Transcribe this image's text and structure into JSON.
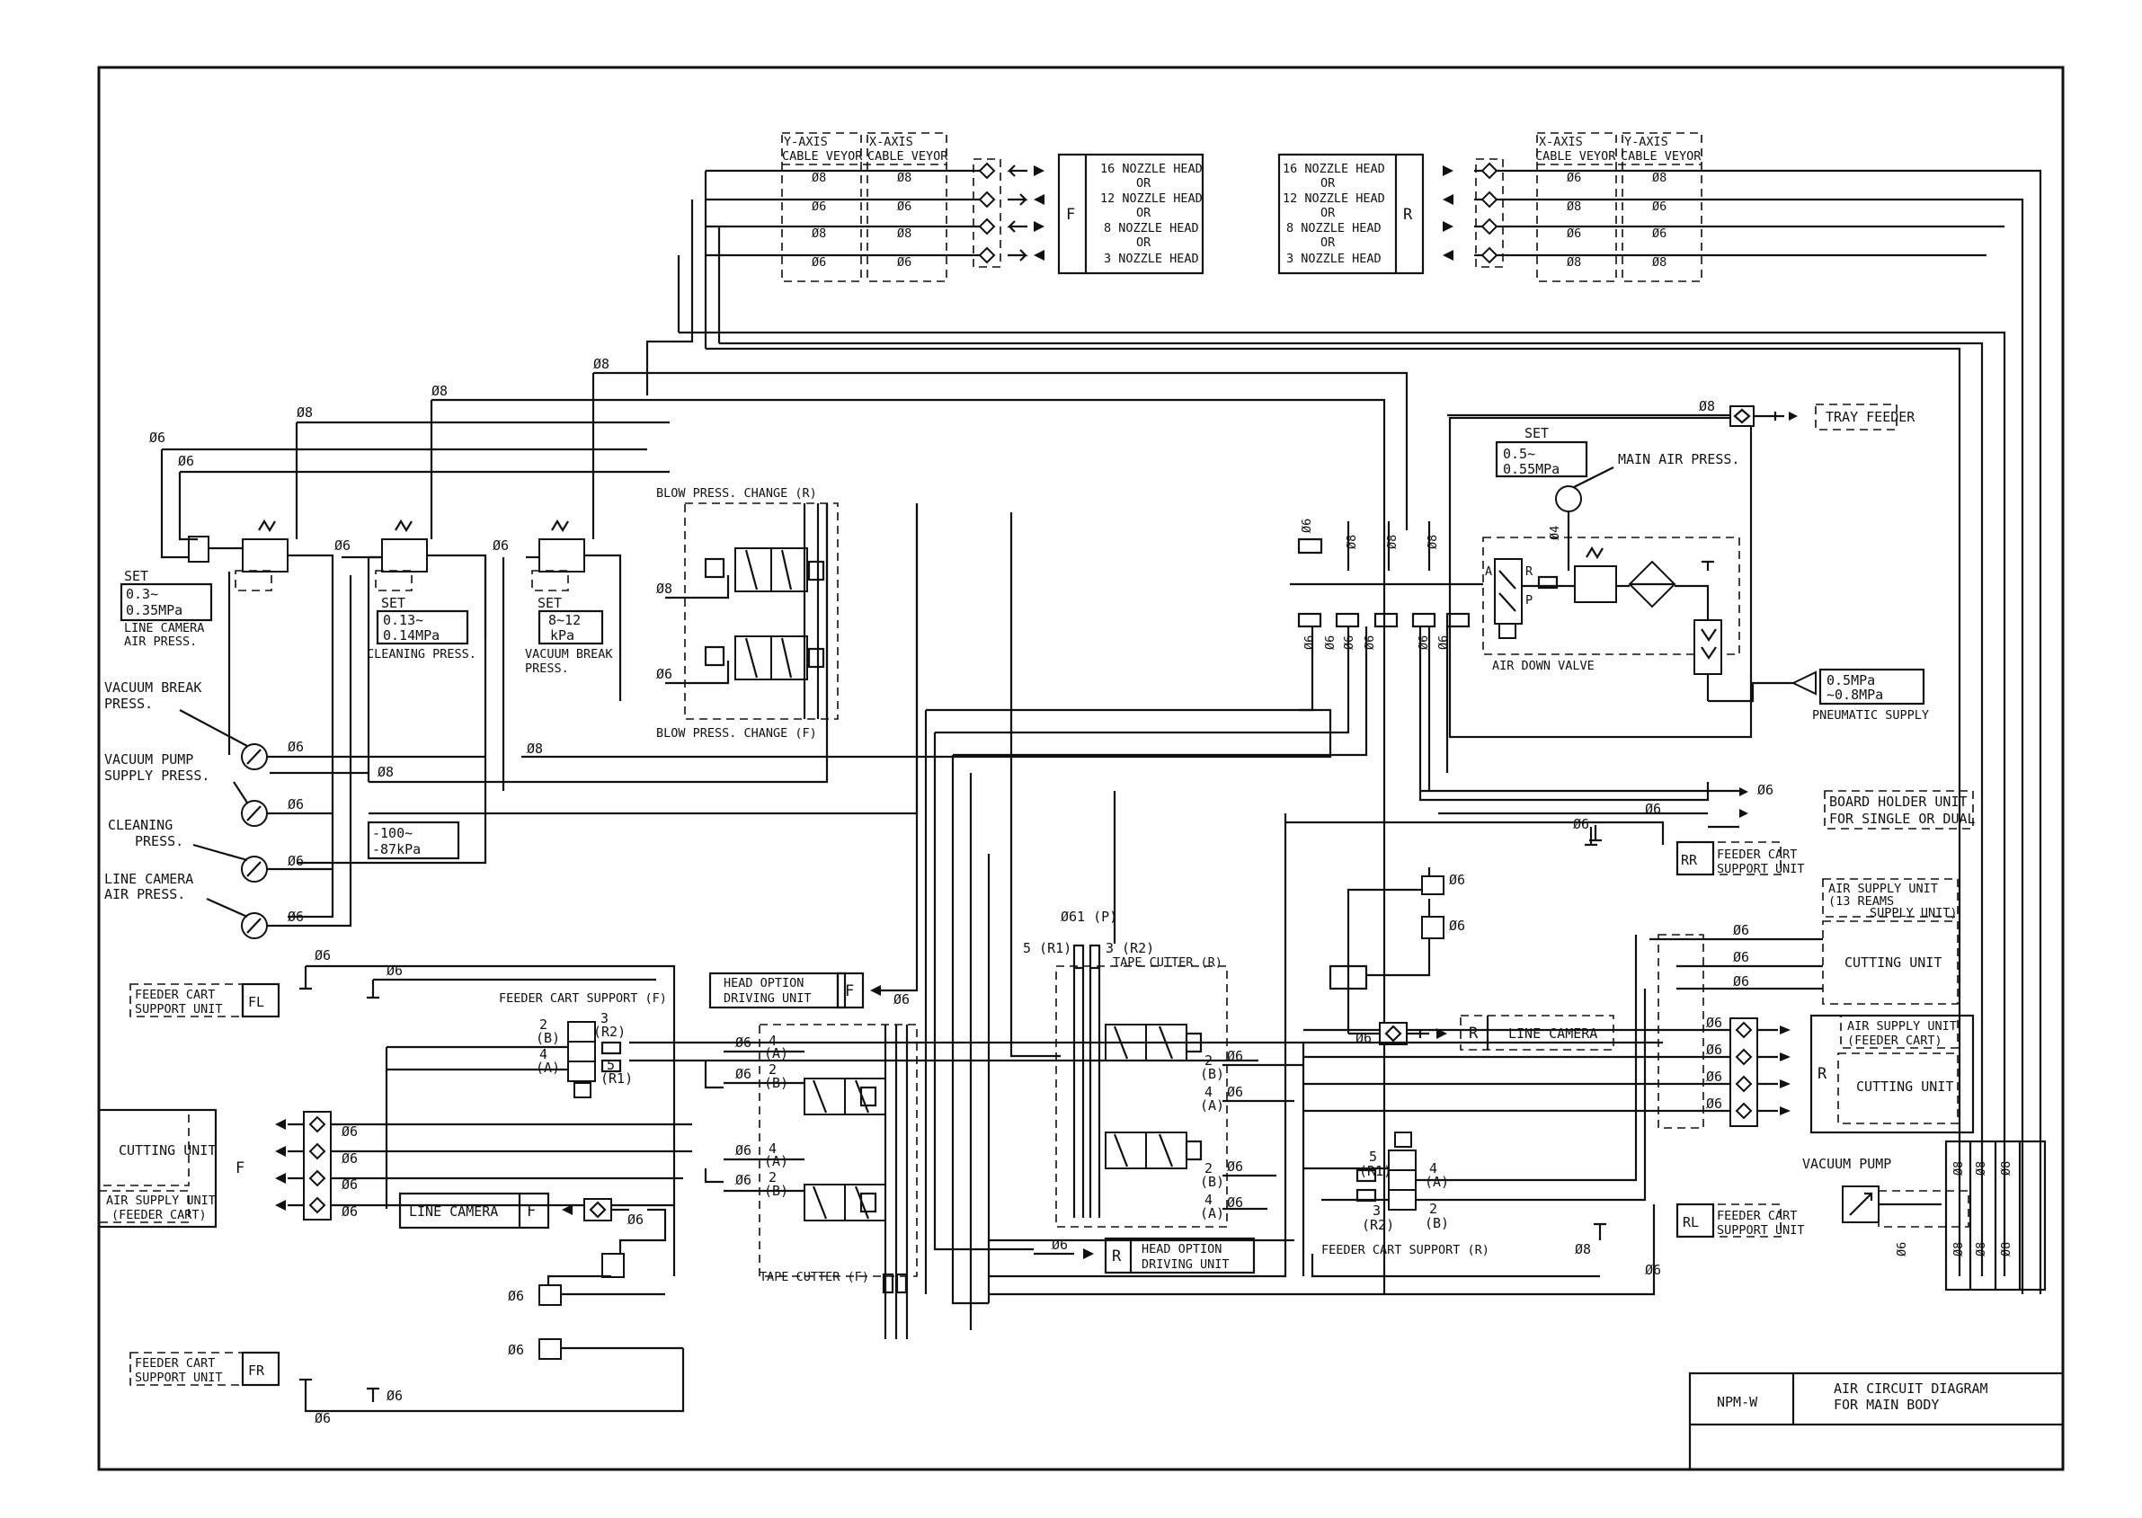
{
  "title_block": {
    "model": "NPM-W",
    "title_line1": "AIR CIRCUIT DIAGRAM",
    "title_line2": "FOR MAIN BODY"
  },
  "pipe_sizes": {
    "d8": "Ø8",
    "d6": "Ø6",
    "d4": "Ø4",
    "d6_1": "Ø61 (P)"
  },
  "cable_veyor": {
    "left": {
      "y_axis_1": "Y-AXIS",
      "y_axis_2": "CABLE VEYOR",
      "x_axis_1": "X-AXIS",
      "x_axis_2": "CABLE VEYOR"
    },
    "right": {
      "x_axis_1": "X-AXIS",
      "x_axis_2": "CABLE VEYOR",
      "y_axis_1": "Y-AXIS",
      "y_axis_2": "CABLE VEYOR"
    }
  },
  "nozzle_head": {
    "front_letter": "F",
    "rear_letter": "R",
    "lines": [
      "16 NOZZLE HEAD",
      "OR",
      "12 NOZZLE HEAD",
      "OR",
      "8 NOZZLE HEAD",
      "OR",
      "3 NOZZLE HEAD"
    ]
  },
  "regulators": {
    "line_camera": {
      "set": "SET",
      "value1": "0.3~",
      "value2": "0.35MPa",
      "label1": "LINE CAMERA",
      "label2": "AIR PRESS."
    },
    "cleaning": {
      "set": "SET",
      "value1": "0.13~",
      "value2": "0.14MPa",
      "label1": "CLEANING PRESS."
    },
    "vacuum_break": {
      "set": "SET",
      "value1": "8~12",
      "value2": "kPa",
      "label1": "VACUUM BREAK",
      "label2": "PRESS."
    },
    "main": {
      "set": "SET",
      "value1": "0.5~",
      "value2": "0.55MPa"
    }
  },
  "gauges": {
    "vacuum_break_1": "VACUUM BREAK",
    "vacuum_break_2": "PRESS.",
    "vacuum_pump_1": "VACUUM PUMP",
    "vacuum_pump_2": "SUPPLY PRESS.",
    "cleaning_1": "CLEANING",
    "cleaning_2": "PRESS.",
    "line_camera_1": "LINE CAMERA",
    "line_camera_2": "AIR PRESS.",
    "vacuum_range_1": "-100~",
    "vacuum_range_2": "-87kPa"
  },
  "blow_press": {
    "rear": "BLOW PRESS. CHANGE (R)",
    "front": "BLOW PRESS. CHANGE (F)"
  },
  "main_air": {
    "label": "MAIN AIR PRESS.",
    "air_down_valve": "AIR DOWN VALVE",
    "port_a": "A",
    "port_r": "R",
    "port_p": "P",
    "supply_1": "0.5MPa",
    "supply_2": "~0.8MPa",
    "supply_label": "PNEUMATIC SUPPLY"
  },
  "tray_feeder": "TRAY FEEDER",
  "board_holder": {
    "line1": "BOARD HOLDER UNIT",
    "line2": "FOR SINGLE OR DUAL"
  },
  "feeder_cart_support": {
    "line1": "FEEDER CART",
    "line2": "SUPPORT UNIT",
    "rr": "RR",
    "rl": "RL",
    "fl": "FL",
    "fr": "FR",
    "front_title": "FEEDER CART SUPPORT (F)",
    "rear_title": "FEEDER CART SUPPORT (R)"
  },
  "air_supply_rear": {
    "line1": "AIR SUPPLY UNIT",
    "line2": "(13 REAMS",
    "line3": "SUPPLY UNIT)"
  },
  "cutting_unit": "CUTTING UNIT",
  "air_supply_feeder_cart": {
    "line1": "AIR SUPPLY UNIT",
    "line2": "(FEEDER CART)"
  },
  "line_camera": "LINE CAMERA",
  "head_option": {
    "line1": "HEAD OPTION",
    "line2": "DRIVING UNIT"
  },
  "tape_cutter": {
    "rear": "TAPE CUTTER (R)",
    "front": "TAPE CUTTER (F)"
  },
  "ports": {
    "p5r1": "5 (R1)",
    "p3r2": "3 (R2)",
    "p2": "2",
    "pb": "(B)",
    "p4": "4",
    "pa": "(A)",
    "p3": "3",
    "p5": "5",
    "pr1": "(R1)",
    "pr2": "(R2)"
  },
  "vacuum_pump": "VACUUM PUMP",
  "letters": {
    "f": "F",
    "r": "R"
  }
}
